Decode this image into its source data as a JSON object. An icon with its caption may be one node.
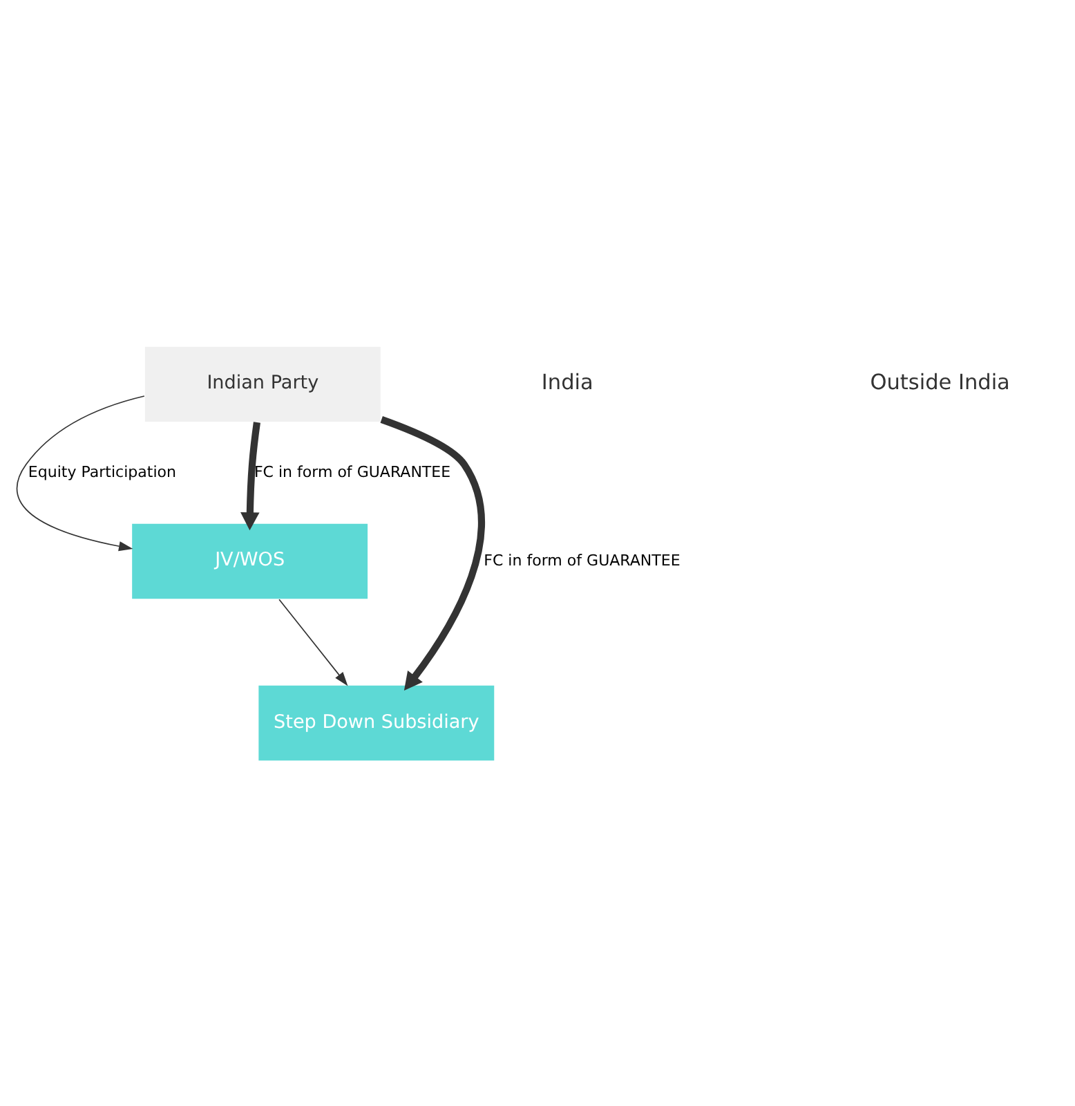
{
  "diagram": {
    "nodes": [
      {
        "text": [
          "Indian Party"
        ]
      },
      {
        "text": [
          "JV/WOS"
        ]
      },
      {
        "text": [
          "Step Down Subsidiary"
        ]
      }
    ],
    "edges": [
      {
        "from": 0,
        "to": 1,
        "arrow": "to",
        "label": "Equity Participation"
      },
      {
        "from": 1,
        "to": 2,
        "arrow": "to"
      },
      {
        "from": 0,
        "to": 2,
        "arrow": "to",
        "label": "FC in form of GUARANTEE",
        "style": "thick"
      },
      {
        "from": 0,
        "to": 1,
        "arrow": "to",
        "label": "FC in form of GUARANTEE",
        "style": "thick"
      }
    ],
    "labels": [
      "India",
      "Outside India"
    ]
  }
}
